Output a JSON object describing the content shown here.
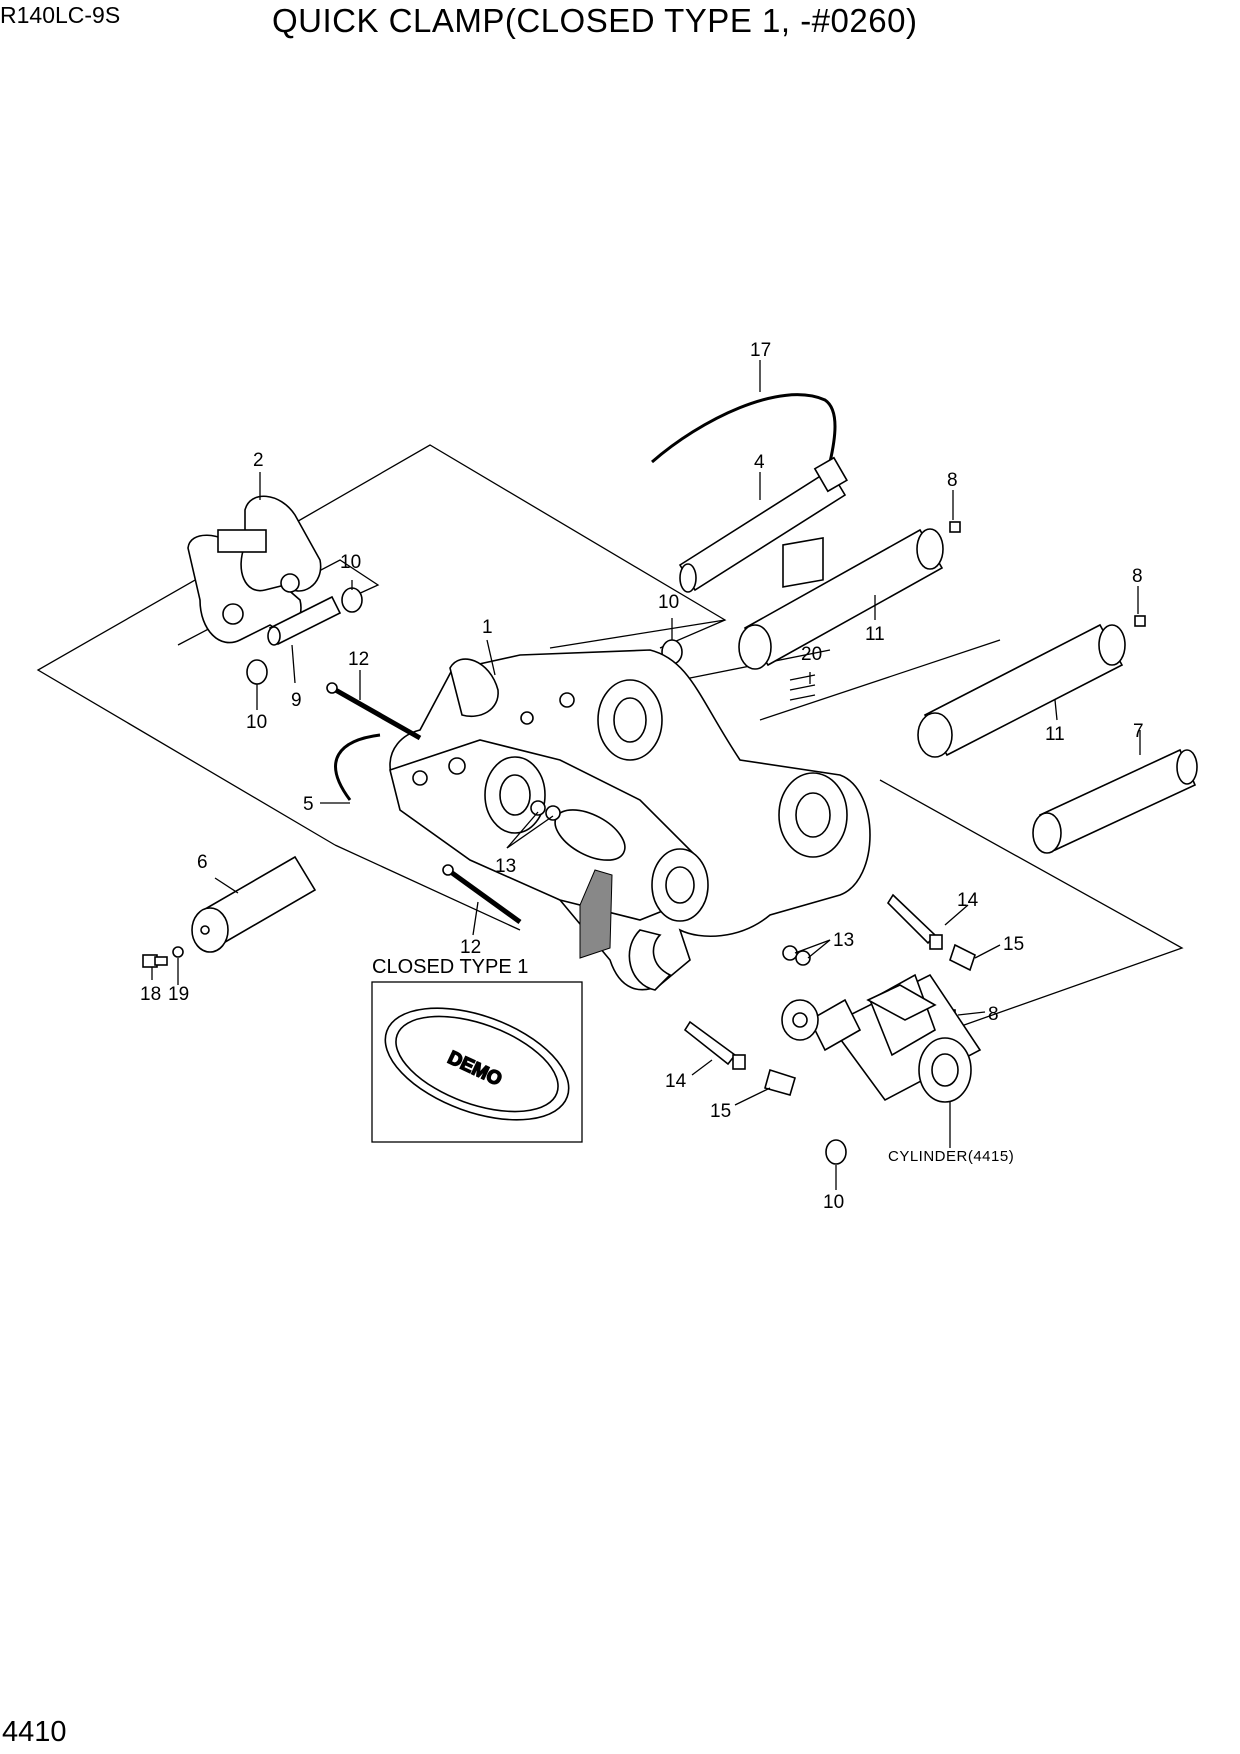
{
  "header": {
    "model": "R140LC-9S",
    "title": "QUICK CLAMP(CLOSED TYPE 1, -#0260)"
  },
  "footer": {
    "page_number": "4410"
  },
  "inset": {
    "label": "CLOSED TYPE 1",
    "logo_text": "DEMO"
  },
  "callouts": {
    "c1": "1",
    "c2": "2",
    "c4": "4",
    "c5": "5",
    "c6": "6",
    "c7": "7",
    "c8a": "8",
    "c8b": "8",
    "c8c": "8",
    "c9": "9",
    "c10a": "10",
    "c10b": "10",
    "c10c": "10",
    "c10d": "10",
    "c11a": "11",
    "c11b": "11",
    "c12a": "12",
    "c12b": "12",
    "c13a": "13",
    "c13b": "13",
    "c14a": "14",
    "c14b": "14",
    "c15a": "15",
    "c15b": "15",
    "c17": "17",
    "c18": "18",
    "c19": "19",
    "c20": "20"
  },
  "cylinder_ref": "CYLINDER(4415)"
}
